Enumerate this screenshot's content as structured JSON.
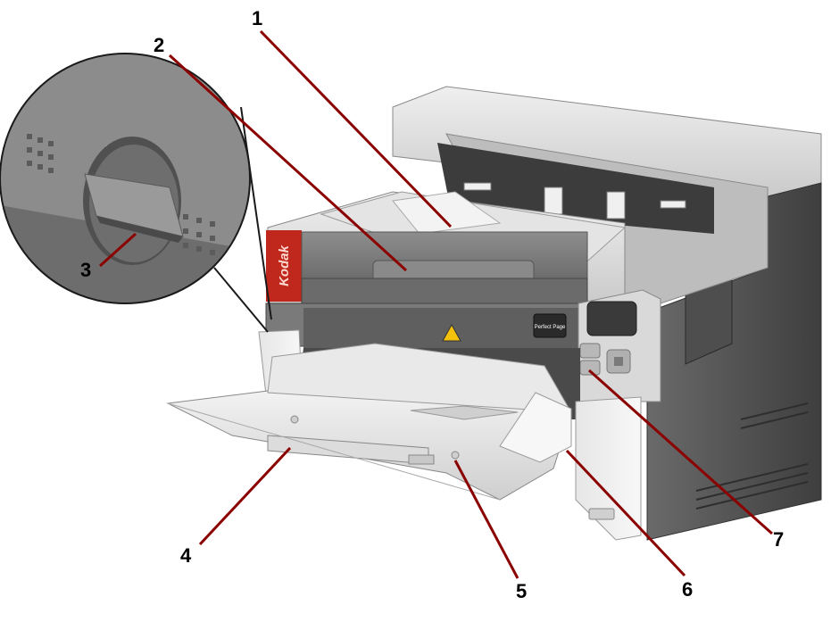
{
  "callouts": [
    {
      "id": "1",
      "label": "1"
    },
    {
      "id": "2",
      "label": "2"
    },
    {
      "id": "3",
      "label": "3"
    },
    {
      "id": "4",
      "label": "4"
    },
    {
      "id": "5",
      "label": "5"
    },
    {
      "id": "6",
      "label": "6"
    },
    {
      "id": "7",
      "label": "7"
    }
  ],
  "product": {
    "brand_logo": "Kodak",
    "badge_text": "Perfect Page"
  },
  "colors": {
    "leader_line": "#8b0000",
    "body_light": "#d9d9d9",
    "body_dark": "#5a5a5a",
    "logo_red": "#c0281e"
  }
}
